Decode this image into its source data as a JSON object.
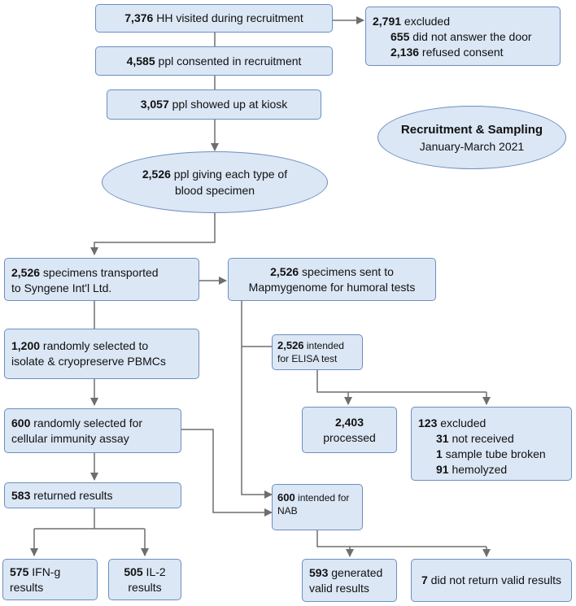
{
  "nodes": {
    "hh": {
      "n": "7,376",
      "t": " HH visited during recruitment"
    },
    "excluded1": {
      "n": "2,791",
      "t": " excluded",
      "items": [
        {
          "n": "655",
          "t": " did not answer the door"
        },
        {
          "n": "2,136",
          "t": " refused consent"
        }
      ]
    },
    "consented": {
      "n": "4,585",
      "t": " ppl consented in recruitment"
    },
    "kiosk": {
      "n": "3,057",
      "t": " ppl showed up at kiosk"
    },
    "giving": {
      "n": "2,526",
      "t": " ppl giving each type of",
      "t2": "blood specimen"
    },
    "title": {
      "line1": "Recruitment & Sampling",
      "line2": "January-March 2021"
    },
    "syngene": {
      "n": "2,526",
      "t": " specimens transported",
      "t2": "to Syngene Int'l Ltd."
    },
    "mapmy": {
      "n": "2,526",
      "t": " specimens sent to",
      "t2": "Mapmygenome for humoral tests"
    },
    "pbmc": {
      "n": "1,200",
      "t": " randomly selected to",
      "t2": "isolate & cryopreserve PBMCs"
    },
    "elisa": {
      "n": "2,526",
      "t": " intended",
      "t2": "for ELISA test"
    },
    "cellular": {
      "n": "600",
      "t": " randomly selected for",
      "t2": "cellular immunity assay"
    },
    "processed": {
      "n": "2,403",
      "t2": "processed"
    },
    "excluded2": {
      "n": "123",
      "t": " excluded",
      "items": [
        {
          "n": "31",
          "t": " not received"
        },
        {
          "n": "1",
          "t": " sample tube broken"
        },
        {
          "n": "91",
          "t": " hemolyzed"
        }
      ]
    },
    "returned": {
      "n": "583",
      "t": " returned results"
    },
    "nab": {
      "n": "600",
      "t": " intended for",
      "t2": "NAB"
    },
    "ifng": {
      "n": "575",
      "t": " IFN-g",
      "t2": "results"
    },
    "il2": {
      "n": "505",
      "t": " IL-2",
      "t2": "results"
    },
    "valid": {
      "n": "593",
      "t": " generated",
      "t2": "valid results"
    },
    "invalid": {
      "n": "7",
      "t": " did not return valid results"
    }
  }
}
